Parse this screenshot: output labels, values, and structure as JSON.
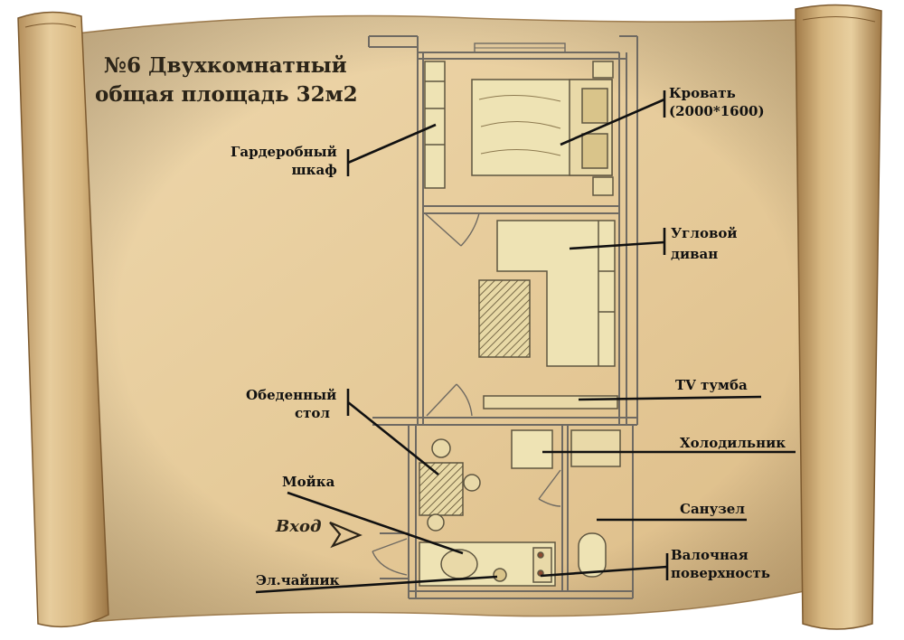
{
  "title": {
    "line1": "№6 Двухкомнатный",
    "line2": "общая площадь 32м2"
  },
  "labels": {
    "bed": [
      "Кровать",
      "(2000*1600)"
    ],
    "wardrobe": [
      "Гардеробный",
      "шкаф"
    ],
    "sofa": [
      "Угловой",
      "диван"
    ],
    "tv": [
      "TV тумба"
    ],
    "dining": [
      "Обеденный",
      "стол"
    ],
    "fridge": [
      "Холодильник"
    ],
    "sink": [
      "Мойка"
    ],
    "bathroom": [
      "Санузел"
    ],
    "hob": [
      "Валочная",
      "поверхность"
    ],
    "kettle": [
      "Эл.чайник"
    ]
  },
  "entrance": "Вход",
  "colors": {
    "parchment": "#e8cfa2",
    "furniture": "#eee3b4",
    "wall": "#6f6a62",
    "ink": "#111111"
  }
}
